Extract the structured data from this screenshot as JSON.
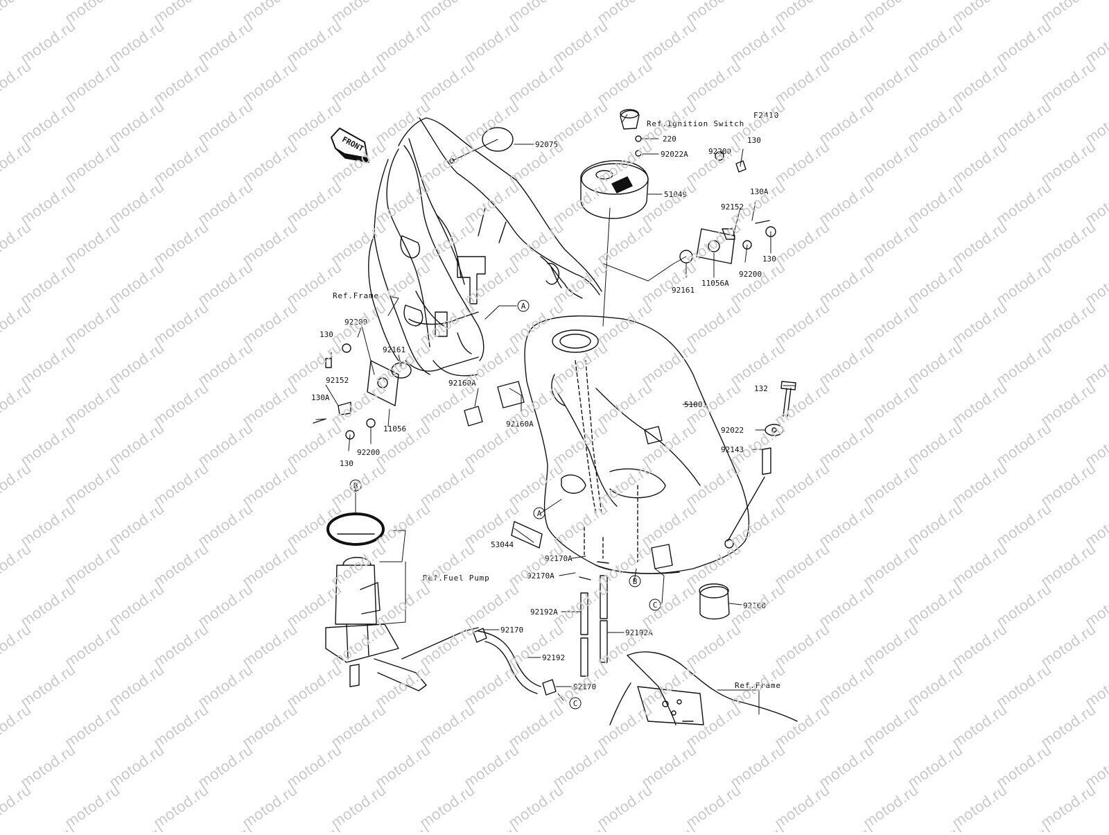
{
  "diagram": {
    "code": "F2410",
    "watermark": "motod.ru",
    "front_label": "FRONT",
    "refs": {
      "ignition": "Ref.Ignition Switch",
      "frame_upper": "Ref.Frame",
      "fuel_pump": "Ref.Fuel Pump",
      "frame_lower": "Ref.Frame"
    },
    "circles": [
      "A",
      "A",
      "B",
      "B",
      "C",
      "C"
    ],
    "parts": [
      "92075",
      "220",
      "92022A",
      "51049",
      "92200",
      "130",
      "130A",
      "92152",
      "130",
      "92200",
      "92161",
      "11056A",
      "92200",
      "130",
      "92161",
      "92152",
      "130A",
      "11056",
      "130",
      "92200",
      "92160A",
      "92160A",
      "51001",
      "132",
      "92022",
      "92143",
      "53044",
      "92170A",
      "92170A",
      "92192A",
      "92192A",
      "92160",
      "92170",
      "92192",
      "92170"
    ]
  }
}
